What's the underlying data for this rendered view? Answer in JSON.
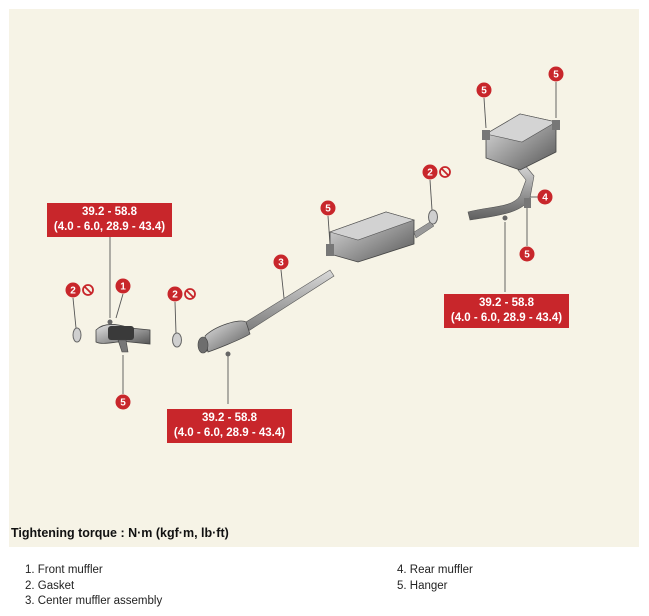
{
  "torque_value": {
    "line1": "39.2 - 58.8",
    "line2": "(4.0 - 6.0, 28.9 - 43.4)"
  },
  "callouts": {
    "front_muffler": "1",
    "gasket": "2",
    "center_muffler": "3",
    "rear_muffler": "4",
    "hanger": "5"
  },
  "caption": "Tightening torque : N·m (kgf·m, lb·ft)",
  "legend": {
    "left": [
      "1. Front muffler",
      "2. Gasket",
      "3. Center muffler assembly"
    ],
    "right": [
      "4. Rear muffler",
      "5. Hanger"
    ]
  },
  "colors": {
    "callout_red": "#c8262b",
    "panel_bg": "#f6f3e6",
    "part_gray": "#8a8a8a"
  }
}
